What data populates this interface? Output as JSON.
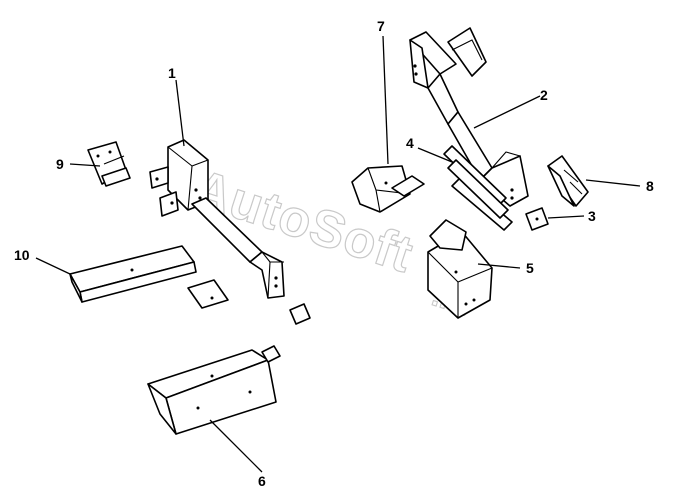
{
  "watermark": {
    "main": "AutoSoft",
    "suffix": ".ru"
  },
  "callouts": [
    {
      "id": "1",
      "label": "1"
    },
    {
      "id": "2",
      "label": "2"
    },
    {
      "id": "3",
      "label": "3"
    },
    {
      "id": "4",
      "label": "4"
    },
    {
      "id": "5",
      "label": "5"
    },
    {
      "id": "6",
      "label": "6"
    },
    {
      "id": "7",
      "label": "7"
    },
    {
      "id": "8",
      "label": "8"
    },
    {
      "id": "9",
      "label": "9"
    },
    {
      "id": "10",
      "label": "10"
    }
  ],
  "colors": {
    "line": "#000000",
    "background": "#ffffff",
    "watermark": "#c9c9c9"
  }
}
